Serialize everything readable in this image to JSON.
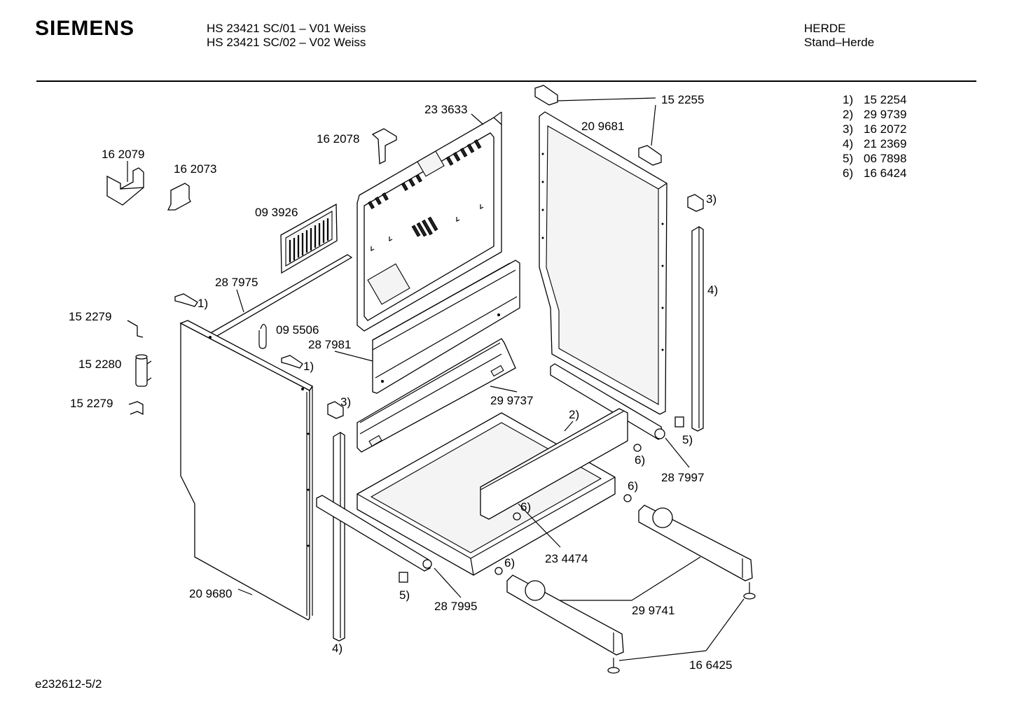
{
  "header": {
    "brand": "SIEMENS",
    "model_line_1": "HS 23421 SC/01 – V01 Weiss",
    "model_line_2": "HS 23421 SC/02 – V02 Weiss",
    "category_line_1": "HERDE",
    "category_line_2": "Stand–Herde"
  },
  "legend": [
    {
      "key": "1)",
      "value": "15 2254"
    },
    {
      "key": "2)",
      "value": "29 9739"
    },
    {
      "key": "3)",
      "value": "16 2072"
    },
    {
      "key": "4)",
      "value": "21 2369"
    },
    {
      "key": "5)",
      "value": "06 7898"
    },
    {
      "key": "6)",
      "value": "16 6424"
    }
  ],
  "parts": {
    "p162079": "16 2079",
    "p162073": "16 2073",
    "p162078": "16 2078",
    "p233633": "23 3633",
    "p093926": "09 3926",
    "p287975": "28 7975",
    "p152279a": "15 2279",
    "p152280": "15 2280",
    "p152279b": "15 2279",
    "p095506": "09 5506",
    "p287981": "28 7981",
    "p299737": "29 9737",
    "p152255": "15 2255",
    "p209681": "20 9681",
    "p287997": "28 7997",
    "p234474": "23 4474",
    "p209680": "20 9680",
    "p287995": "28 7995",
    "p299741": "29 9741",
    "p166425": "16 6425"
  },
  "refs": {
    "r1": "1)",
    "r2": "2)",
    "r3": "3)",
    "r4": "4)",
    "r5": "5)",
    "r6": "6)"
  },
  "footer": {
    "doc_code": "e232612-5/2"
  }
}
